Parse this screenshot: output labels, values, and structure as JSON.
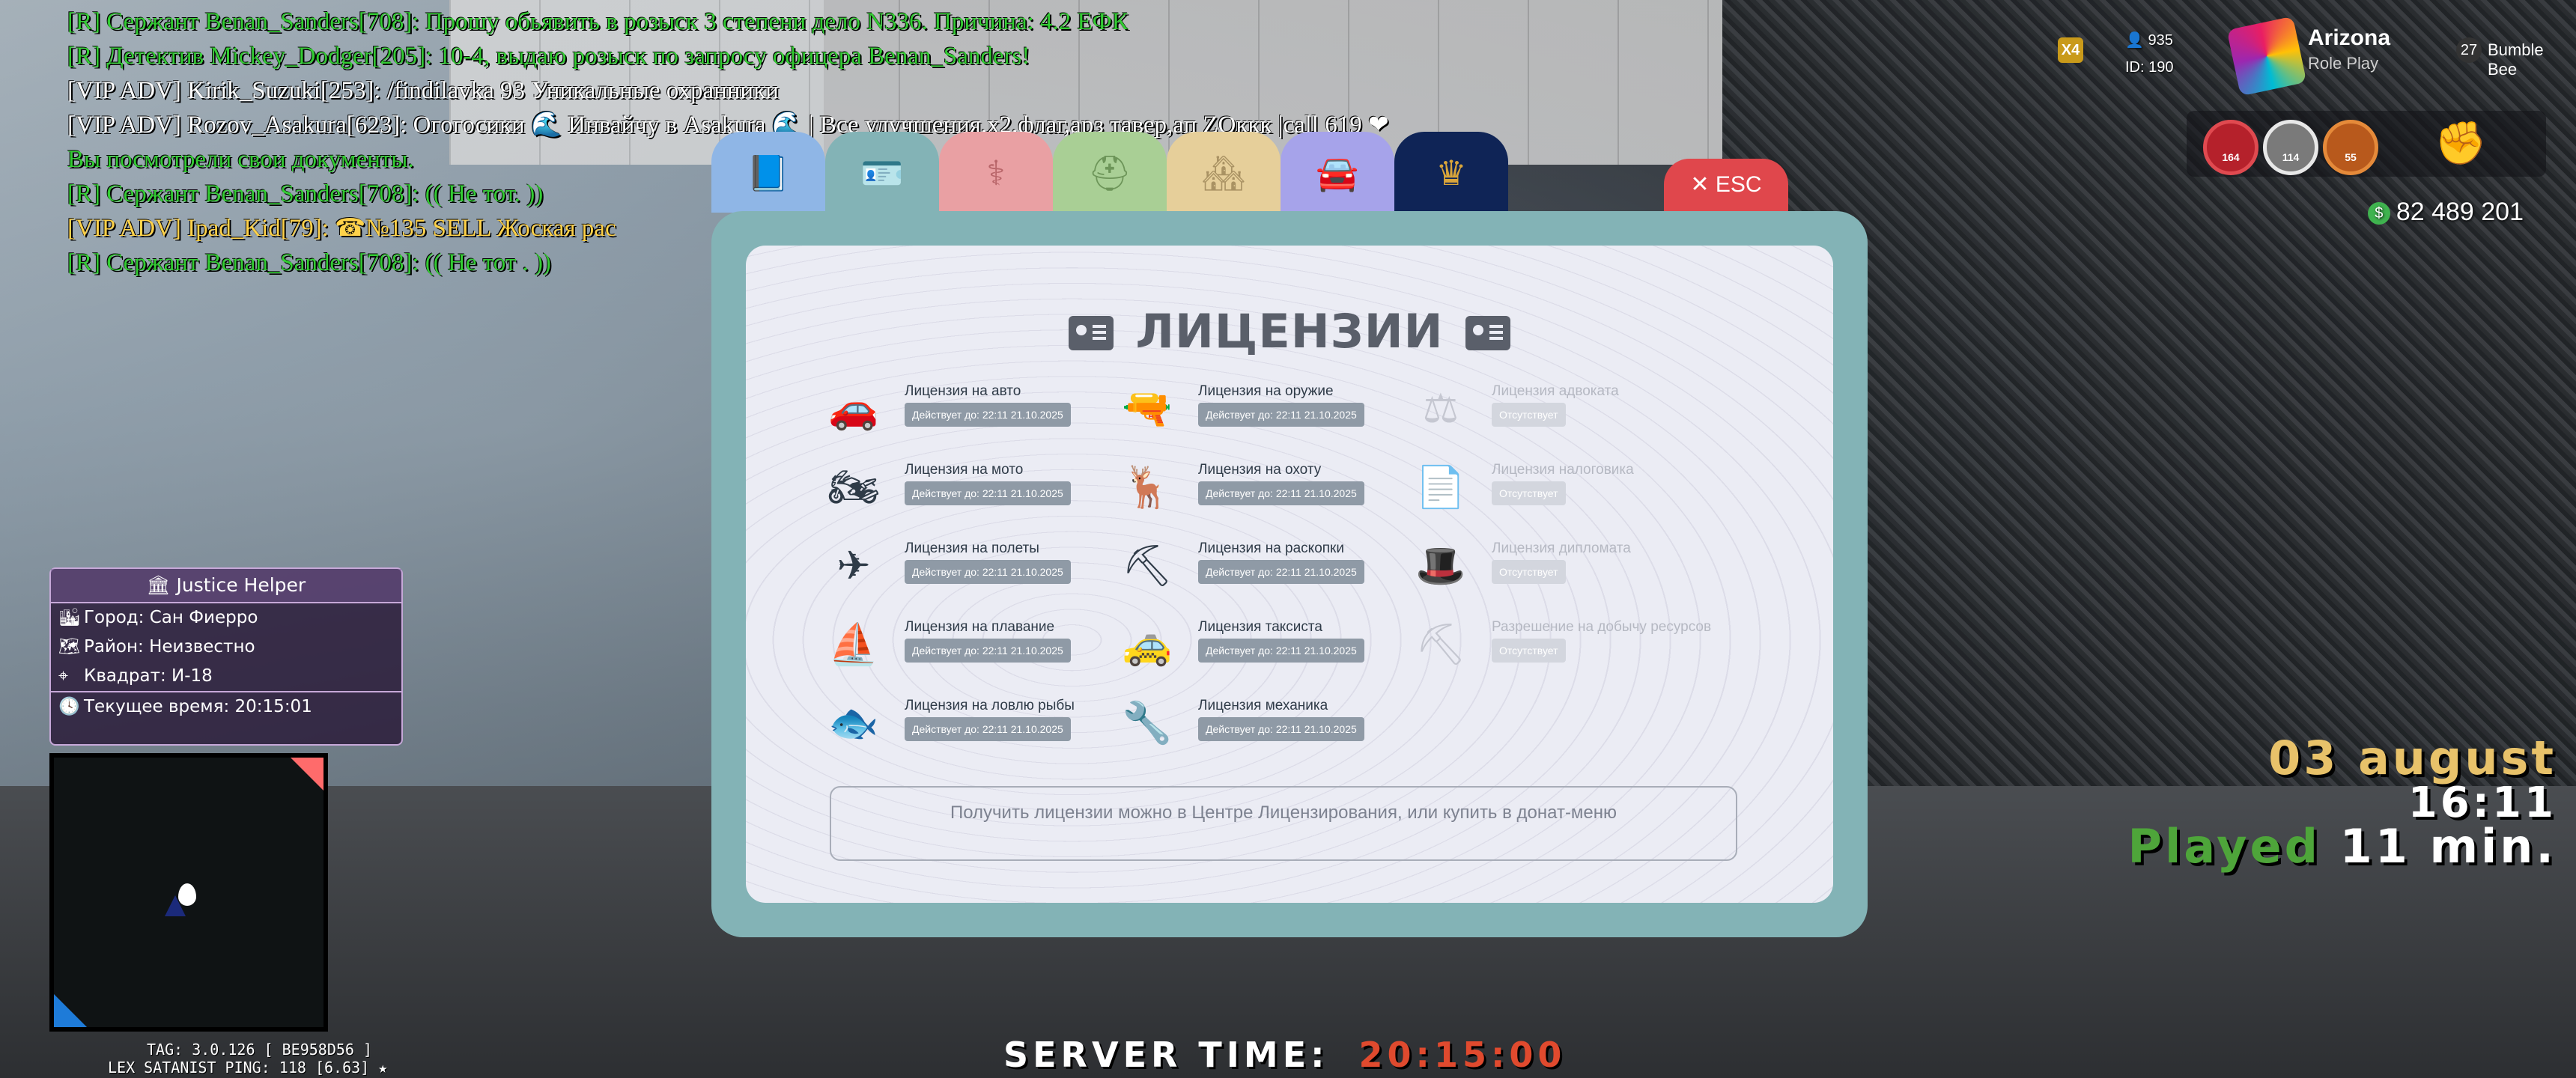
{
  "chat": [
    {
      "text": "[R] Сержант Benan_Sanders[708]: Прошу обьявить в розыск 3 степени дело N336. Причина: 4.2 ЕФК",
      "color": "#33cc33"
    },
    {
      "text": "[R] Детектив Mickey_Dodger[205]: 10-4, выдаю розыск по запросу офицера Benan_Sanders!",
      "color": "#33cc33"
    },
    {
      "text": "[VIP ADV] Kirik_Suzuki[253]: /findilavka 93 Уникальные охранники",
      "color": "#ffffff"
    },
    {
      "text": "[VIP ADV] Rozov_Asakura[623]: Огогосики 🌊 Инвайчу в Asakura 🌊 | Все улучшения,х2,флаг,арз тавер,ап ZOккк |call 619 ❤",
      "color": "#ffffff"
    },
    {
      "text": "Вы посмотрели свои документы.",
      "color": "#33cc33"
    },
    {
      "text": "[R] Сержант Benan_Sanders[708]: (( Не тот. ))",
      "color": "#33cc33"
    },
    {
      "text": "[VIP ADV] Ipad_Kid[79]: ☎№135  SELL  Жоская рас",
      "color": "#ffd24a"
    },
    {
      "text": "[R] Сержант Benan_Sanders[708]: (( Не тот . ))",
      "color": "#33cc33"
    }
  ],
  "hud": {
    "x4": "X4",
    "online": "935",
    "id": "ID: 190",
    "brand_title": "Arizona",
    "brand_sub": "Role Play",
    "server_num": "27",
    "server_name": "Bumble Bee",
    "health": "164",
    "armor": "114",
    "hunger": "55",
    "money": "82 489 201"
  },
  "justice": {
    "title": "Justice Helper",
    "city": "Город: Сан Фиерро",
    "district": "Район: Неизвестно",
    "square": "Квадрат: И-18",
    "time": "Текущее время: 20:15:01"
  },
  "tag": {
    "line1": "TAG: 3.0.126 [ BE958D56 ]",
    "line2": "LEX SATANIST    PING: 118 [6.63] ★"
  },
  "clock": {
    "date": "03 august",
    "time": "16:11",
    "played_label": "Played",
    "played_value": "11 min."
  },
  "server_time": {
    "label": "SERVER TIME:",
    "value": "20:15:00"
  },
  "window": {
    "esc": "✕ ESC",
    "title": "ЛИЦЕНЗИИ",
    "tabs": [
      {
        "name": "passport",
        "color": "#8fb6e6",
        "icon": "passport-icon"
      },
      {
        "name": "licenses",
        "color": "#83b3b6",
        "icon": "id-card-icon"
      },
      {
        "name": "medical",
        "color": "#e9a0a3",
        "icon": "caduceus-icon"
      },
      {
        "name": "military",
        "color": "#a9cf95",
        "icon": "helmet-icon"
      },
      {
        "name": "property",
        "color": "#e6cf9a",
        "icon": "house-icon"
      },
      {
        "name": "vehicles",
        "color": "#a6a3ea",
        "icon": "car-icon"
      },
      {
        "name": "vip",
        "color": "#0f2456",
        "icon": "crown-icon"
      }
    ],
    "licenses": [
      {
        "name": "Лицензия на авто",
        "status": "Действует до: 22:11 21.10.2025",
        "icon": "🚗",
        "active": true
      },
      {
        "name": "Лицензия на оружие",
        "status": "Действует до: 22:11 21.10.2025",
        "icon": "🔫",
        "active": true
      },
      {
        "name": "Лицензия адвоката",
        "status": "Отсутствует",
        "icon": "⚖",
        "active": false
      },
      {
        "name": "Лицензия на мото",
        "status": "Действует до: 22:11 21.10.2025",
        "icon": "🏍",
        "active": true
      },
      {
        "name": "Лицензия на охоту",
        "status": "Действует до: 22:11 21.10.2025",
        "icon": "🦌",
        "active": true
      },
      {
        "name": "Лицензия налоговика",
        "status": "Отсутствует",
        "icon": "📄",
        "active": false
      },
      {
        "name": "Лицензия на полеты",
        "status": "Действует до: 22:11 21.10.2025",
        "icon": "✈",
        "active": true
      },
      {
        "name": "Лицензия на раскопки",
        "status": "Действует до: 22:11 21.10.2025",
        "icon": "⛏",
        "active": true
      },
      {
        "name": "Лицензия дипломата",
        "status": "Отсутствует",
        "icon": "🎩",
        "active": false
      },
      {
        "name": "Лицензия на плавание",
        "status": "Действует до: 22:11 21.10.2025",
        "icon": "⛵",
        "active": true
      },
      {
        "name": "Лицензия таксиста",
        "status": "Действует до: 22:11 21.10.2025",
        "icon": "🚕",
        "active": true
      },
      {
        "name": "Разрешение на добычу ресурсов",
        "status": "Отсутствует",
        "icon": "⛏",
        "active": false
      },
      {
        "name": "Лицензия на ловлю рыбы",
        "status": "Действует до: 22:11 21.10.2025",
        "icon": "🐟",
        "active": true
      },
      {
        "name": "Лицензия механика",
        "status": "Действует до: 22:11 21.10.2025",
        "icon": "🔧",
        "active": true
      }
    ],
    "note": "Получить лицензии можно в Центре Лицензирования, или купить в донат-меню"
  }
}
